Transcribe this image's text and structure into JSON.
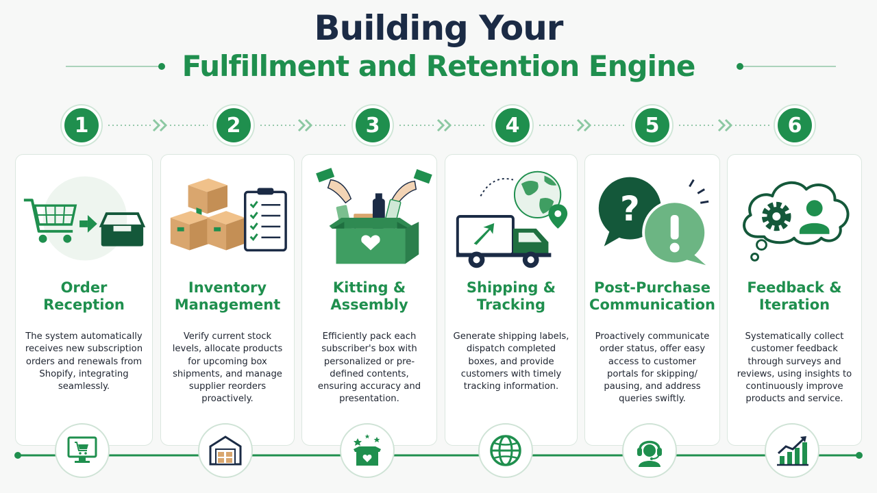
{
  "title": {
    "line1": "Building Your",
    "line2": "Fulfillment and Retention Engine"
  },
  "colors": {
    "primary_green": "#1f8f4e",
    "dark_green": "#14583a",
    "navy": "#1b2b45",
    "box_tan": "#d9a66e"
  },
  "steps": [
    {
      "number": "1",
      "title_line1": "Order",
      "title_line2": "Reception",
      "description": "The system automatically receives new subscription orders and renewals from Shopify, integrating seamlessly.",
      "illustration_icons": [
        "shopping-cart-icon",
        "arrow-right-icon",
        "inbox-tray-icon"
      ],
      "bottom_icon": "computer-cart-icon"
    },
    {
      "number": "2",
      "title_line1": "Inventory",
      "title_line2": "Management",
      "description": "Verify current stock levels, allocate products for upcoming box shipments, and manage supplier reorders proactively.",
      "illustration_icons": [
        "stacked-boxes-icon",
        "checklist-clipboard-icon"
      ],
      "bottom_icon": "warehouse-icon"
    },
    {
      "number": "3",
      "title_line1": "Kitting &",
      "title_line2": "Assembly",
      "description": "Efficiently pack each subscriber's box with personalized or pre-defined contents, ensuring accuracy and presentation.",
      "illustration_icons": [
        "hands-packing-icon",
        "product-box-heart-icon"
      ],
      "bottom_icon": "gift-box-heart-icon"
    },
    {
      "number": "4",
      "title_line1": "Shipping &",
      "title_line2": "Tracking",
      "description": "Generate shipping labels, dispatch completed boxes, and provide customers with timely tracking information.",
      "illustration_icons": [
        "delivery-truck-icon",
        "globe-icon",
        "location-pin-icon"
      ],
      "bottom_icon": "globe-icon"
    },
    {
      "number": "5",
      "title_line1": "Post-Purchase",
      "title_line2": "Communication",
      "description": "Proactively communicate order status, offer easy access to customer portals for skipping/ pausing, and address queries swiftly.",
      "illustration_icons": [
        "question-bubble-icon",
        "exclamation-bubble-icon"
      ],
      "bottom_icon": "headset-agent-icon"
    },
    {
      "number": "6",
      "title_line1": "Feedback &",
      "title_line2": "Iteration",
      "description": "Systematically collect customer feedback through surveys and reviews, using insights to continuously improve products and service.",
      "illustration_icons": [
        "thought-cloud-icon",
        "gear-icon",
        "user-icon"
      ],
      "bottom_icon": "growth-chart-icon"
    }
  ]
}
